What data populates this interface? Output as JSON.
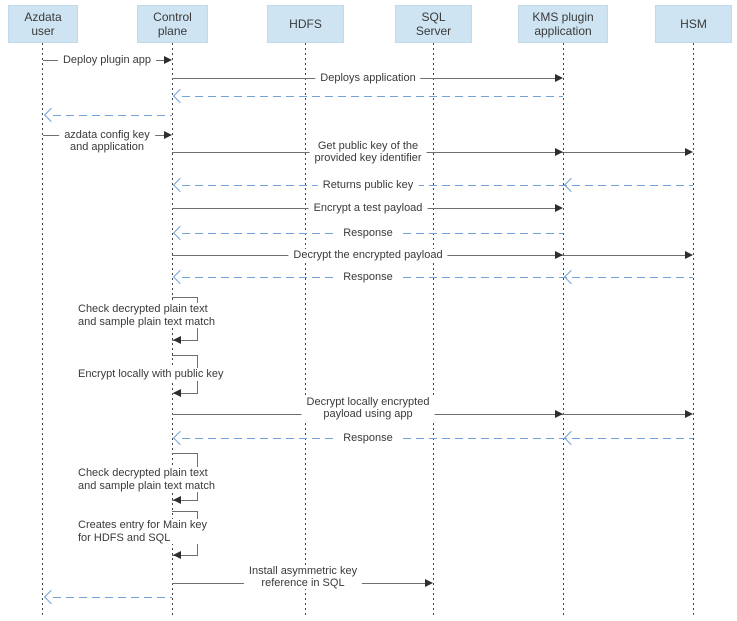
{
  "diagram": {
    "kind": "sequence-diagram",
    "colors": {
      "actor_fill": "#cfe4f2",
      "actor_border": "#c3d9ea",
      "solid_line": "#6f6f6f",
      "solid_arrowhead": "#2e2e2e",
      "dashed_return_line": "#72a2d8",
      "lifeline": "#454545",
      "text": "#3a3a3a",
      "background": "#ffffff"
    },
    "actors": [
      {
        "id": "azdata-user",
        "line1": "Azdata",
        "line2": "user"
      },
      {
        "id": "control-plane",
        "line1": "Control",
        "line2": "plane"
      },
      {
        "id": "hdfs",
        "label": "HDFS"
      },
      {
        "id": "sql-server",
        "line1": "SQL",
        "line2": "Server"
      },
      {
        "id": "kms-plugin-application",
        "line1": "KMS plugin",
        "line2": "application"
      },
      {
        "id": "hsm",
        "label": "HSM"
      }
    ],
    "messages": [
      {
        "type": "solid",
        "from": "azdata-user",
        "to": "control-plane",
        "label": "Deploy plugin app"
      },
      {
        "type": "solid",
        "from": "control-plane",
        "to": "kms-plugin-application",
        "label": "Deploys application"
      },
      {
        "type": "dashed-return",
        "from": "kms-plugin-application",
        "to": "control-plane",
        "label": ""
      },
      {
        "type": "dashed-return",
        "from": "control-plane",
        "to": "azdata-user",
        "label": ""
      },
      {
        "type": "solid",
        "from": "azdata-user",
        "to": "control-plane",
        "line1": "azdata config key",
        "line2": "and application"
      },
      {
        "type": "solid",
        "from": "control-plane",
        "to": "hsm",
        "via": "kms-plugin-application",
        "line1": "Get public key of the",
        "line2": "provided key identifier"
      },
      {
        "type": "dashed-return",
        "from": "hsm",
        "to": "control-plane",
        "via": "kms-plugin-application",
        "label": "Returns public key"
      },
      {
        "type": "solid",
        "from": "control-plane",
        "to": "kms-plugin-application",
        "label": "Encrypt a test payload"
      },
      {
        "type": "dashed-return",
        "from": "kms-plugin-application",
        "to": "control-plane",
        "label": "Response"
      },
      {
        "type": "solid",
        "from": "control-plane",
        "to": "hsm",
        "via": "kms-plugin-application",
        "label": "Decrypt the encrypted payload"
      },
      {
        "type": "dashed-return",
        "from": "hsm",
        "to": "control-plane",
        "via": "kms-plugin-application",
        "label": "Response"
      },
      {
        "type": "self",
        "on": "control-plane",
        "line1": "Check decrypted plain text",
        "line2": "and sample plain text match"
      },
      {
        "type": "self",
        "on": "control-plane",
        "label": "Encrypt locally with public key"
      },
      {
        "type": "solid",
        "from": "control-plane",
        "to": "hsm",
        "via": "kms-plugin-application",
        "line1": "Decrypt locally encrypted",
        "line2": "payload using app"
      },
      {
        "type": "dashed-return",
        "from": "hsm",
        "to": "control-plane",
        "via": "kms-plugin-application",
        "label": "Response"
      },
      {
        "type": "self",
        "on": "control-plane",
        "line1": "Check decrypted plain text",
        "line2": "and sample plain text match"
      },
      {
        "type": "self",
        "on": "control-plane",
        "line1": "Creates entry for Main key",
        "line2": "for HDFS and SQL"
      },
      {
        "type": "solid",
        "from": "control-plane",
        "to": "sql-server",
        "line1": "Install asymmetric key",
        "line2": "reference in SQL"
      },
      {
        "type": "dashed-return",
        "from": "control-plane",
        "to": "azdata-user",
        "label": ""
      }
    ]
  }
}
